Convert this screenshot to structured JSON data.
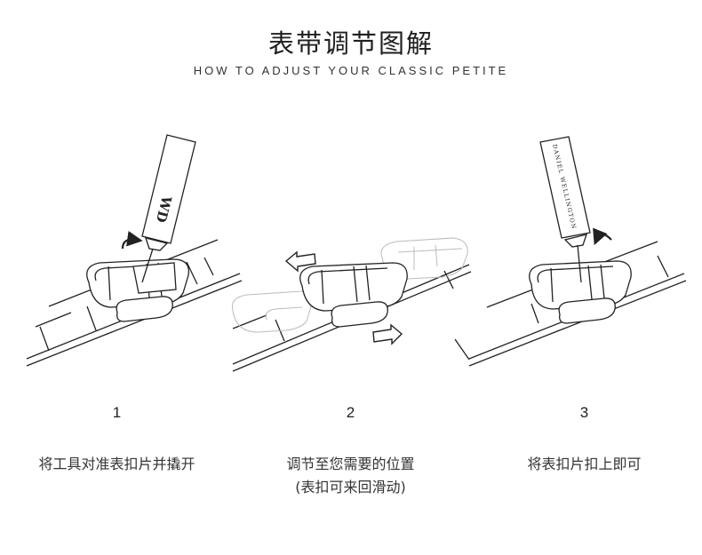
{
  "header": {
    "title": "表带调节图解",
    "subtitle": "HOW TO ADJUST YOUR CLASSIC PETITE"
  },
  "steps": [
    {
      "number": "1",
      "text": "将工具对准表扣片并撬开",
      "text2": "",
      "tool_label": "WD"
    },
    {
      "number": "2",
      "text": "调节至您需要的位置",
      "text2": "(表扣可来回滑动)"
    },
    {
      "number": "3",
      "text": "将表扣片扣上即可",
      "text2": "",
      "tool_label": "DANIEL WELLINGTON"
    }
  ]
}
